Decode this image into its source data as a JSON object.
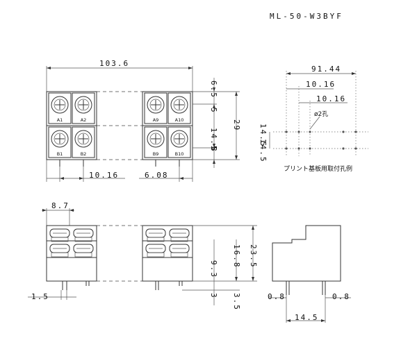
{
  "model_name": "ML-50-W3BYF",
  "drill_caption": "プリント基板用取付孔例",
  "hole_label": "ø2孔",
  "terminal_labels": {
    "top_row": [
      "A1",
      "A2",
      "A9",
      "A10"
    ],
    "bottom_row": [
      "B1",
      "B2",
      "B9",
      "B10"
    ]
  },
  "dimensions": {
    "top_width": "103.6",
    "top_offset_top": "6.5",
    "top_row_gap": "5",
    "top_pitch_height": "14.5",
    "top_bottom_margin": "8",
    "top_total_height": "29",
    "pitch_h": "10.16",
    "end_offset": "6.08",
    "drill_total": "91.44",
    "drill_pitch_1": "10.16",
    "drill_pitch_2": "10.16",
    "drill_row_left": "14.5",
    "drill_row_right": "14.5",
    "side_width": "8.7",
    "side_upper": "16.8",
    "side_total": "23.5",
    "side_lower": "9.3",
    "side_pin_a": "3",
    "side_pin_b": "3.5",
    "pin_offset": "1.5",
    "end_pin_left": "0.8",
    "end_pin_right": "0.8",
    "end_width": "14.5"
  }
}
